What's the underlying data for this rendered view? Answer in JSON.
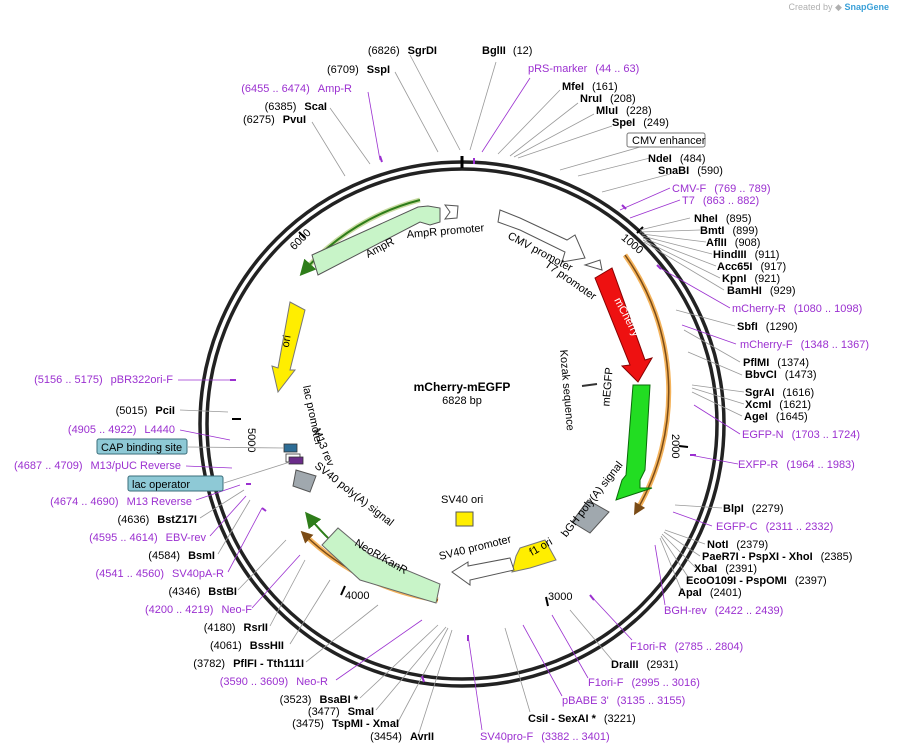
{
  "credit": {
    "prefix": "Created by",
    "brand": "SnapGene"
  },
  "plasmid": {
    "name": "mCherry-mEGFP",
    "size": "6828 bp"
  },
  "ticks": [
    "1000",
    "2000",
    "3000",
    "4000",
    "5000",
    "6000"
  ],
  "features": {
    "ampr_promoter": "AmpR promoter",
    "ampr": "AmpR",
    "cmv_promoter": "CMV promoter",
    "t7_promoter": "T7 promoter",
    "mcherry": "mCherry",
    "kozak": "Kozak sequence",
    "megfp": "mEGFP",
    "ori": "ori",
    "lac_promoter": "lac promoter",
    "m13_rev": "M13 rev",
    "sv40_polya": "SV40 poly(A) signal",
    "neor": "NeoR/KanR",
    "sv40_promoter": "SV40 promoter",
    "sv40_ori": "SV40 ori",
    "f1_ori": "f1 ori",
    "bgh_polya": "bGH poly(A) signal",
    "cmv_enhancer": "CMV enhancer",
    "cap_binding": "CAP binding site",
    "lac_operator": "lac operator"
  },
  "right_labels": [
    {
      "name": "BglII",
      "pos": "(12)"
    },
    {
      "name": "pRS-marker",
      "pos": "(44 .. 63)",
      "primer": true
    },
    {
      "name": "MfeI",
      "pos": "(161)"
    },
    {
      "name": "NruI",
      "pos": "(208)"
    },
    {
      "name": "MluI",
      "pos": "(228)"
    },
    {
      "name": "SpeI",
      "pos": "(249)"
    },
    {
      "name": "NdeI",
      "pos": "(484)"
    },
    {
      "name": "SnaBI",
      "pos": "(590)"
    },
    {
      "name": "CMV-F",
      "pos": "(769 .. 789)",
      "primer": true
    },
    {
      "name": "T7",
      "pos": "(863 .. 882)",
      "primer": true
    },
    {
      "name": "NheI",
      "pos": "(895)"
    },
    {
      "name": "BmtI",
      "pos": "(899)"
    },
    {
      "name": "AflII",
      "pos": "(908)"
    },
    {
      "name": "HindIII",
      "pos": "(911)"
    },
    {
      "name": "Acc65I",
      "pos": "(917)"
    },
    {
      "name": "KpnI",
      "pos": "(921)"
    },
    {
      "name": "BamHI",
      "pos": "(929)"
    },
    {
      "name": "mCherry-R",
      "pos": "(1080 .. 1098)",
      "primer": true
    },
    {
      "name": "SbfI",
      "pos": "(1290)"
    },
    {
      "name": "mCherry-F",
      "pos": "(1348 .. 1367)",
      "primer": true
    },
    {
      "name": "PflMI",
      "pos": "(1374)"
    },
    {
      "name": "BbvCI",
      "pos": "(1473)"
    },
    {
      "name": "SgrAI",
      "pos": "(1616)"
    },
    {
      "name": "XcmI",
      "pos": "(1621)"
    },
    {
      "name": "AgeI",
      "pos": "(1645)"
    },
    {
      "name": "EGFP-N",
      "pos": "(1703 .. 1724)",
      "primer": true
    },
    {
      "name": "EXFP-R",
      "pos": "(1964 .. 1983)",
      "primer": true
    },
    {
      "name": "BlpI",
      "pos": "(2279)"
    },
    {
      "name": "EGFP-C",
      "pos": "(2311 .. 2332)",
      "primer": true
    },
    {
      "name": "NotI",
      "pos": "(2379)"
    },
    {
      "name": "PaeR7I - PspXI - XhoI",
      "pos": "(2385)"
    },
    {
      "name": "XbaI",
      "pos": "(2391)"
    },
    {
      "name": "EcoO109I - PspOMI",
      "pos": "(2397)"
    },
    {
      "name": "ApaI",
      "pos": "(2401)"
    },
    {
      "name": "BGH-rev",
      "pos": "(2422 .. 2439)",
      "primer": true
    },
    {
      "name": "F1ori-R",
      "pos": "(2785 .. 2804)",
      "primer": true
    },
    {
      "name": "DraIII",
      "pos": "(2931)"
    },
    {
      "name": "F1ori-F",
      "pos": "(2995 .. 3016)",
      "primer": true
    },
    {
      "name": "pBABE 3'",
      "pos": "(3135 .. 3155)",
      "primer": true
    },
    {
      "name": "CsiI - SexAI *",
      "pos": "(3221)"
    },
    {
      "name": "SV40pro-F",
      "pos": "(3382 .. 3401)",
      "primer": true
    }
  ],
  "left_labels": [
    {
      "name": "SgrDI",
      "pos": "(6826)"
    },
    {
      "name": "SspI",
      "pos": "(6709)"
    },
    {
      "name": "Amp-R",
      "pos": "(6455 .. 6474)",
      "primer": true
    },
    {
      "name": "ScaI",
      "pos": "(6385)"
    },
    {
      "name": "PvuI",
      "pos": "(6275)"
    },
    {
      "name": "pBR322ori-F",
      "pos": "(5156 .. 5175)",
      "primer": true
    },
    {
      "name": "PciI",
      "pos": "(5015)"
    },
    {
      "name": "L4440",
      "pos": "(4905 .. 4922)",
      "primer": true
    },
    {
      "name": "M13/pUC Reverse",
      "pos": "(4687 .. 4709)",
      "primer": true
    },
    {
      "name": "M13 Reverse",
      "pos": "(4674 .. 4690)",
      "primer": true
    },
    {
      "name": "BstZ17I",
      "pos": "(4636)"
    },
    {
      "name": "EBV-rev",
      "pos": "(4595 .. 4614)",
      "primer": true
    },
    {
      "name": "BsmI",
      "pos": "(4584)"
    },
    {
      "name": "SV40pA-R",
      "pos": "(4541 .. 4560)",
      "primer": true
    },
    {
      "name": "BstBI",
      "pos": "(4346)"
    },
    {
      "name": "Neo-F",
      "pos": "(4200 .. 4219)",
      "primer": true
    },
    {
      "name": "RsrII",
      "pos": "(4180)"
    },
    {
      "name": "BssHII",
      "pos": "(4061)"
    },
    {
      "name": "PflFI - Tth111I",
      "pos": "(3782)"
    },
    {
      "name": "Neo-R",
      "pos": "(3590 .. 3609)",
      "primer": true
    },
    {
      "name": "BsaBI *",
      "pos": "(3523)"
    },
    {
      "name": "SmaI",
      "pos": "(3477)"
    },
    {
      "name": "TspMI - XmaI",
      "pos": "(3475)"
    },
    {
      "name": "AvrII",
      "pos": "(3454)"
    }
  ]
}
